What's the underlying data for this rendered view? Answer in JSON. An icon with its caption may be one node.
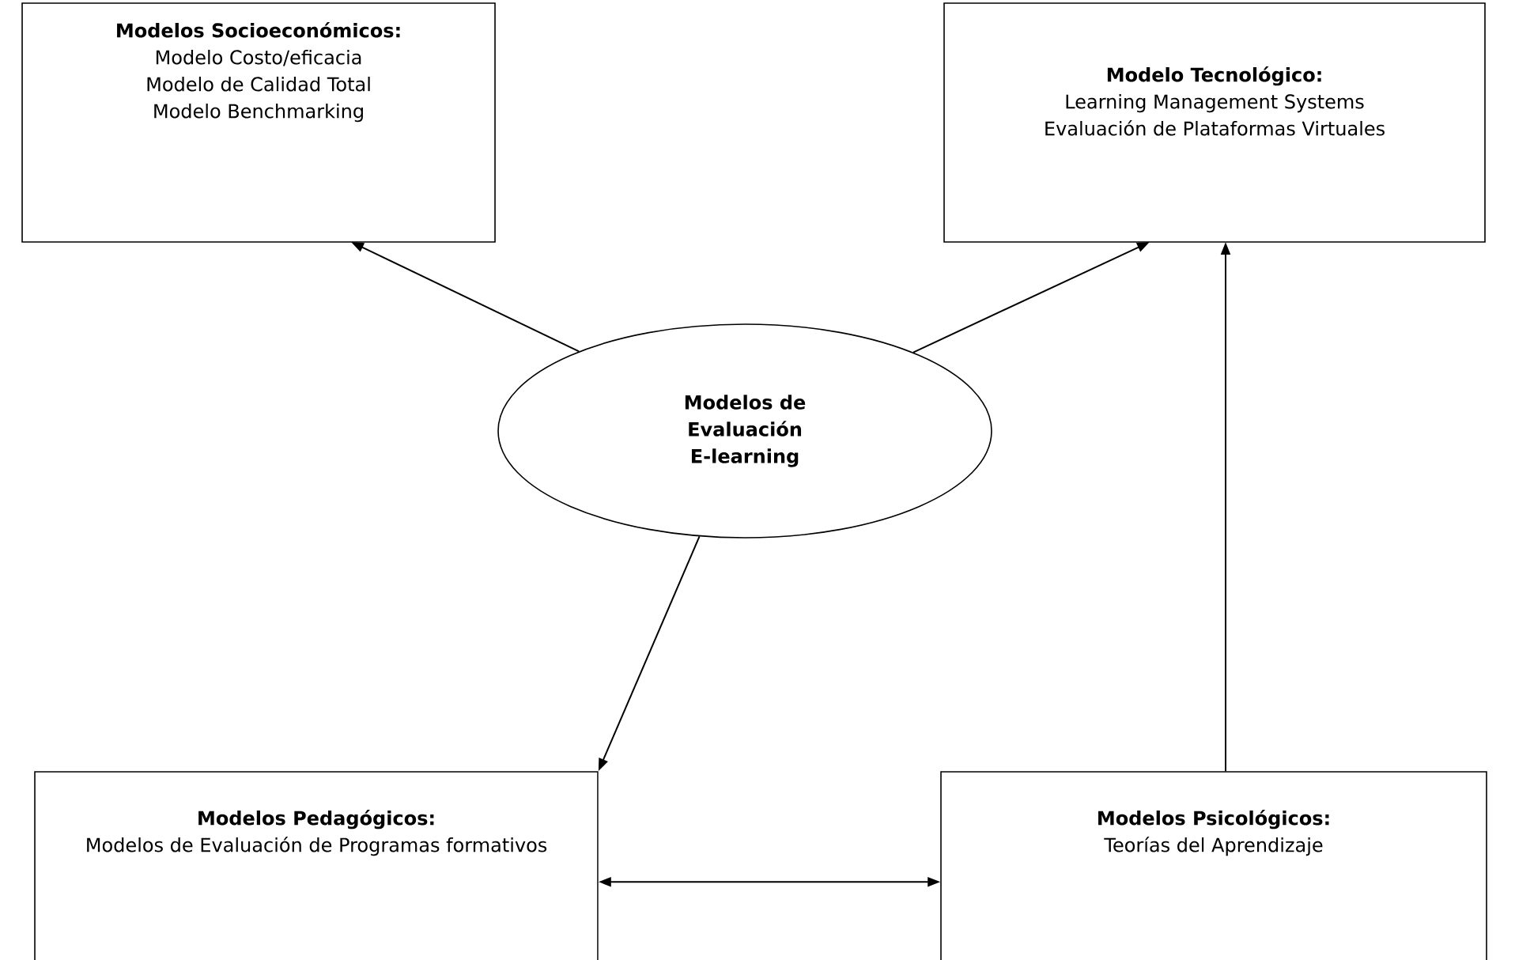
{
  "diagram": {
    "nodes": [
      {
        "text": [
          "Modelos Socioeconómicos:",
          "Modelo Costo/eficacia",
          "Modelo de Calidad Total",
          "Modelo Benchmarking"
        ]
      },
      {
        "text": [
          "Modelo Tecnológico:",
          "Learning Management Systems",
          "Evaluación de Plataformas Virtuales"
        ]
      },
      {
        "text": [
          "Modelos de Evaluación E-learning"
        ]
      },
      {
        "text": [
          "Modelos Pedagógicos:",
          "Modelos de Evaluación de Programas formativos"
        ]
      },
      {
        "text": [
          "Modelos Psicológicos:",
          "Teorías del Aprendizaje"
        ]
      }
    ],
    "edges": [
      {
        "from": 2,
        "to": 0,
        "arrow": "to"
      },
      {
        "from": 2,
        "to": 1,
        "arrow": "to"
      },
      {
        "from": 2,
        "to": 3,
        "arrow": "to"
      },
      {
        "from": 4,
        "to": 1,
        "arrow": "to"
      },
      {
        "from": 3,
        "to": 4,
        "arrow": "both"
      }
    ]
  }
}
